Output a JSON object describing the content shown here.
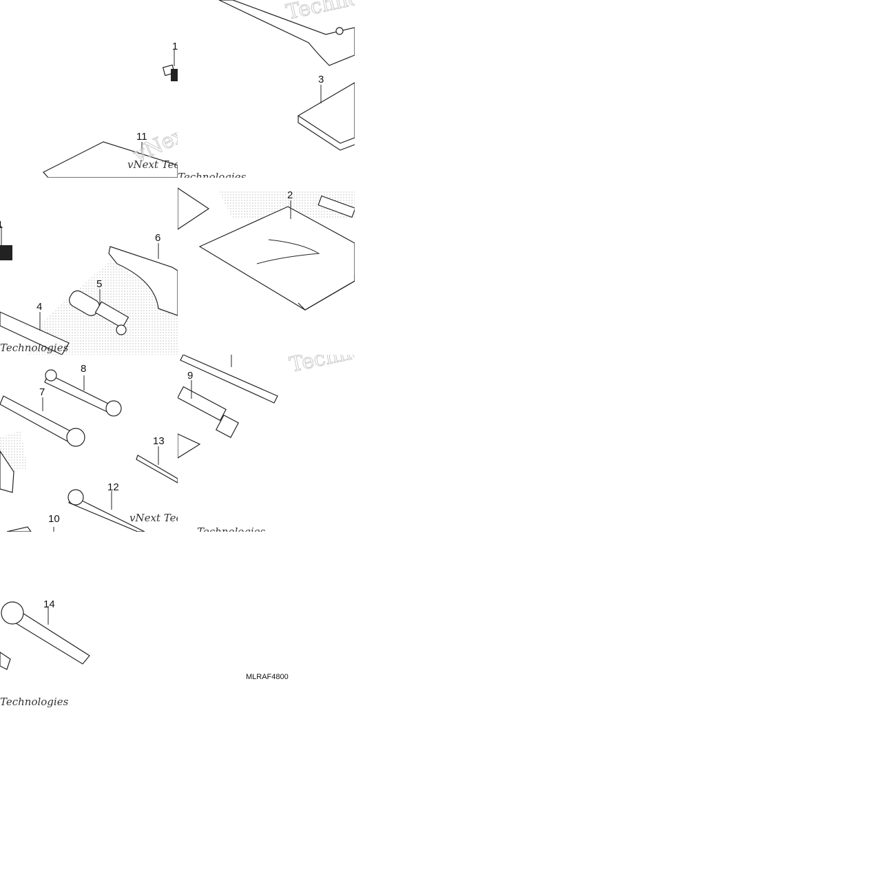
{
  "diagram": {
    "reference_code": "MLRAF4800",
    "callouts": {
      "n1": "1",
      "n2": "2",
      "n3": "3",
      "n4": "4",
      "n5": "5",
      "n6": "6",
      "n7": "7",
      "n8": "8",
      "n9": "9",
      "n10": "10",
      "n11": "11",
      "n12": "12",
      "n13": "13",
      "n14": "14"
    },
    "watermark": {
      "brand_a": "vNext",
      "brand_b": "Technologies",
      "line_a": "vNext Tec",
      "line_b": "Technologies"
    }
  }
}
